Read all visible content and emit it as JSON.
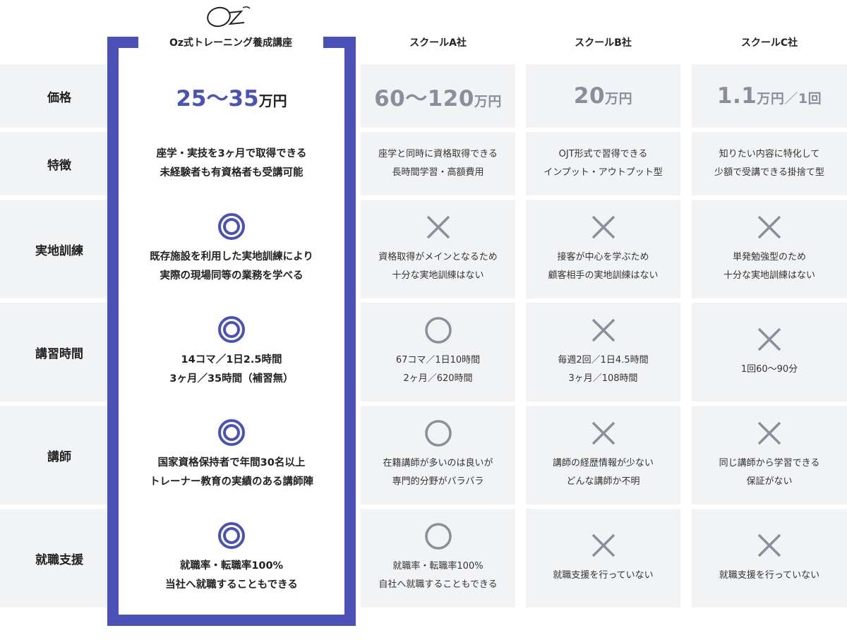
{
  "logo_text": "Oz",
  "columns": [
    {
      "title": "Oz式トレーニング養成講座"
    },
    {
      "title": "スクールA社"
    },
    {
      "title": "スクールB社"
    },
    {
      "title": "スクールC社"
    }
  ],
  "rows": [
    {
      "label": "価格"
    },
    {
      "label": "特徴"
    },
    {
      "label": "実地訓練"
    },
    {
      "label": "講習時間"
    },
    {
      "label": "講師"
    },
    {
      "label": "就職支援"
    }
  ],
  "price": {
    "oz": {
      "from": "25",
      "tilde": "〜",
      "to": "35",
      "unit": "万円"
    },
    "a": {
      "from": "60",
      "tilde": "〜",
      "to": "120",
      "unit": "万円"
    },
    "b": {
      "value": "20",
      "unit": "万円"
    },
    "c": {
      "value": "1.1",
      "unit": "万円",
      "sep": "／",
      "suffix": "1回"
    }
  },
  "features": {
    "oz": [
      "座学・実技を3ヶ月で取得できる",
      "未経験者も有資格者も受講可能"
    ],
    "a": [
      "座学と同時に資格取得できる",
      "長時間学習・高額費用"
    ],
    "b": [
      "OJT形式で習得できる",
      "インプット・アウトプット型"
    ],
    "c": [
      "知りたい内容に特化して",
      "少額で受講できる掛捨て型"
    ]
  },
  "training": {
    "oz": {
      "mark": "double-circle",
      "lines": [
        "既存施設を利用した実地訓練により",
        "実際の現場同等の業務を学べる"
      ]
    },
    "a": {
      "mark": "cross",
      "lines": [
        "資格取得がメインとなるため",
        "十分な実地訓練はない"
      ]
    },
    "b": {
      "mark": "cross",
      "lines": [
        "接客が中心を学ぶため",
        "顧客相手の実地訓練はない"
      ]
    },
    "c": {
      "mark": "cross",
      "lines": [
        "単発勉強型のため",
        "十分な実地訓練はない"
      ]
    }
  },
  "hours": {
    "oz": {
      "mark": "double-circle",
      "lines": [
        "14コマ／1日2.5時間",
        "3ヶ月／35時間（補習無）"
      ]
    },
    "a": {
      "mark": "circle",
      "lines": [
        "67コマ／1日10時間",
        "2ヶ月／620時間"
      ]
    },
    "b": {
      "mark": "cross",
      "lines": [
        "毎週2回／1日4.5時間",
        "3ヶ月／108時間"
      ]
    },
    "c": {
      "mark": "cross",
      "lines": [
        "1回60〜90分"
      ]
    }
  },
  "instructor": {
    "oz": {
      "mark": "double-circle",
      "lines": [
        "国家資格保持者で年間30名以上",
        "トレーナー教育の実績のある講師陣"
      ]
    },
    "a": {
      "mark": "circle",
      "lines": [
        "在籍講師が多いのは良いが",
        "専門的分野がバラバラ"
      ]
    },
    "b": {
      "mark": "cross",
      "lines": [
        "講師の経歴情報が少ない",
        "どんな講師か不明"
      ]
    },
    "c": {
      "mark": "cross",
      "lines": [
        "同じ講師から学習できる",
        "保証がない"
      ]
    }
  },
  "job": {
    "oz": {
      "mark": "double-circle",
      "lines": [
        "就職率・転職率100%",
        "当社へ就職することもできる"
      ]
    },
    "a": {
      "mark": "circle",
      "lines": [
        "就職率・転職率100%",
        "自社へ就職することもできる"
      ]
    },
    "b": {
      "mark": "cross",
      "lines": [
        "就職支援を行っていない"
      ]
    },
    "c": {
      "mark": "cross",
      "lines": [
        "就職支援を行っていない"
      ]
    }
  },
  "colors": {
    "accent": "#4a52b8",
    "cell": "#f2f3f5",
    "mark": "#8a8f9c"
  }
}
